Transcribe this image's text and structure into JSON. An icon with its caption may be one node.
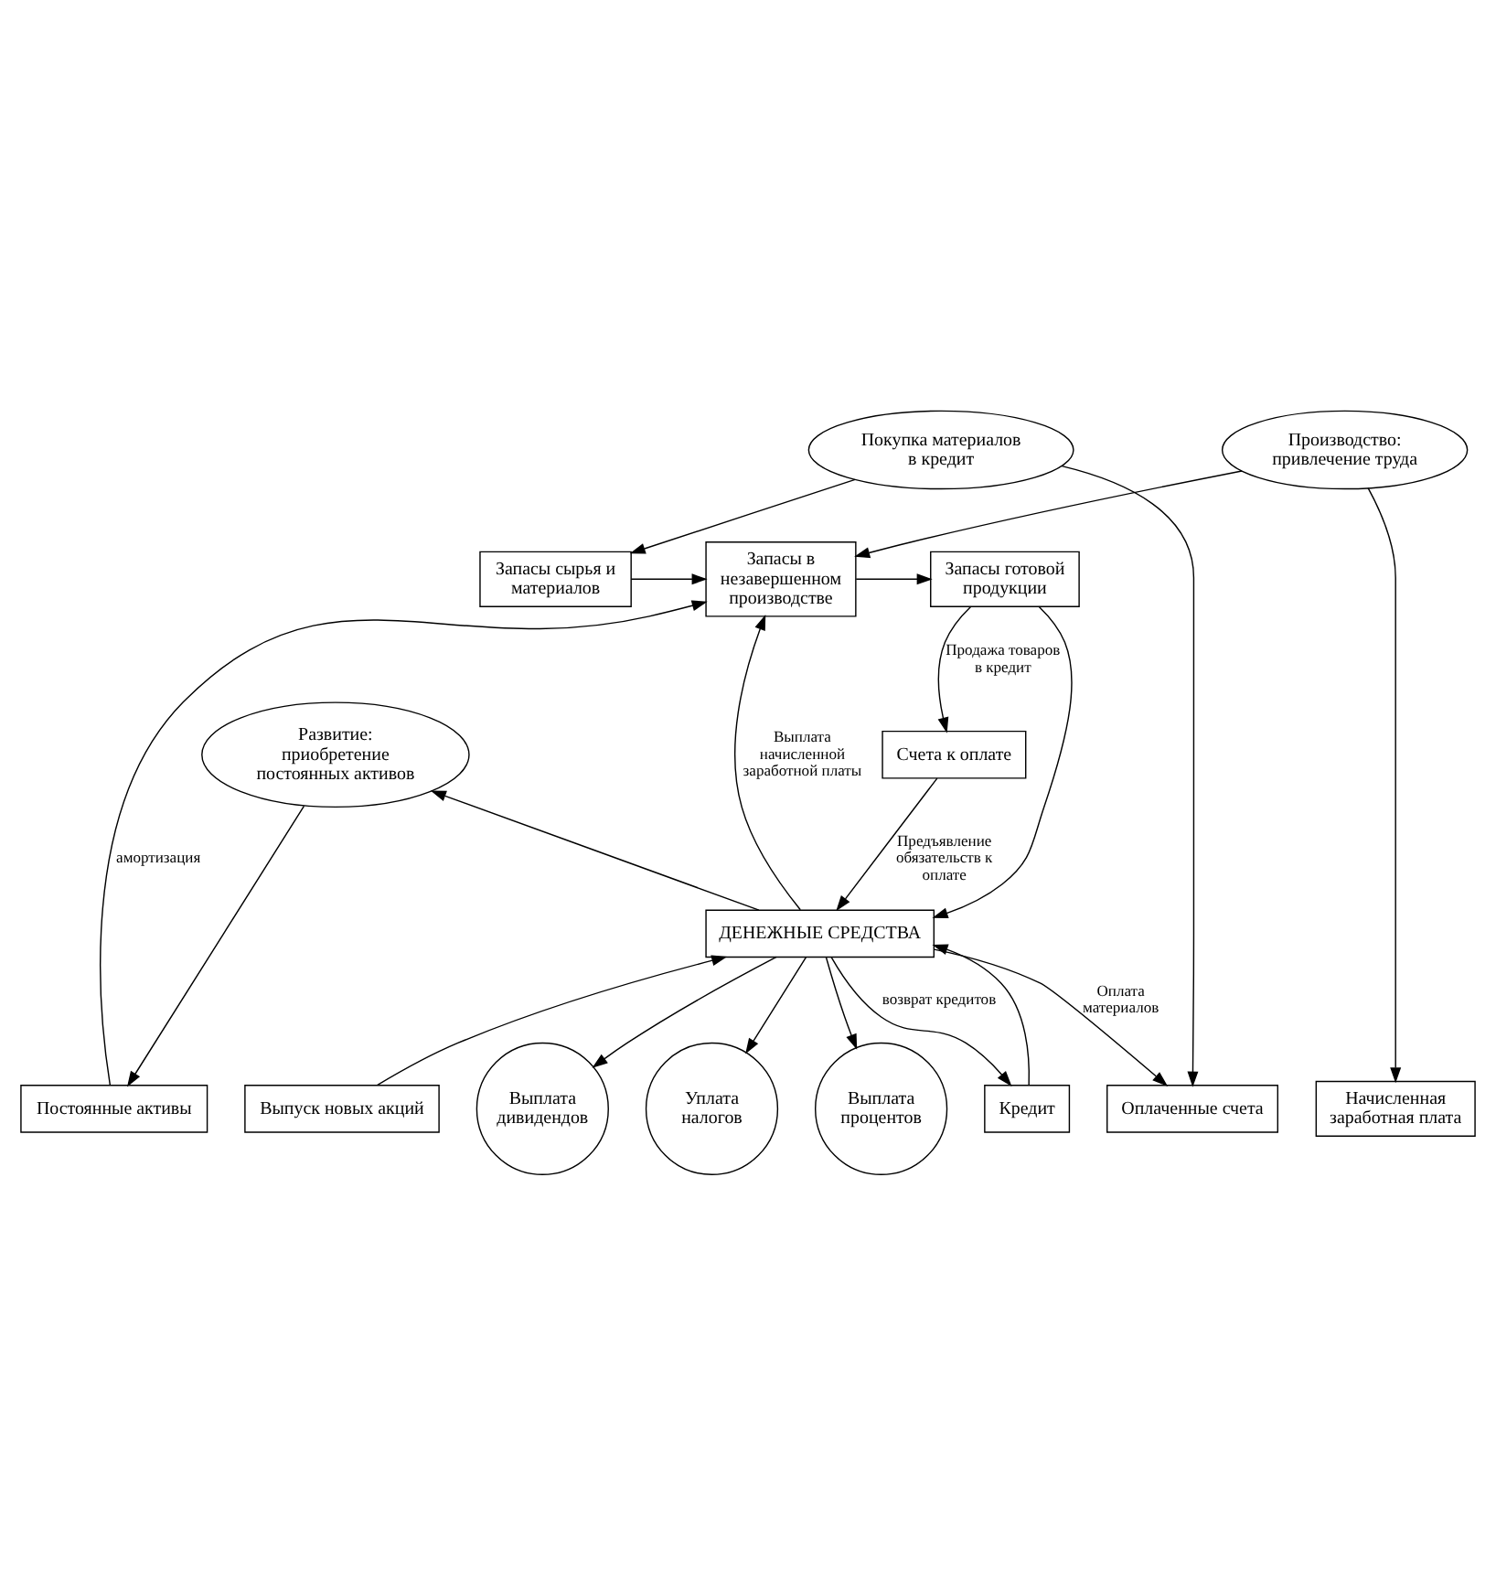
{
  "diagram": {
    "nodes": [
      {
        "text": [
          "Запасы готовой продукции"
        ]
      },
      {
        "text": [
          "Запасы в незавершенном производстве"
        ]
      },
      {
        "text": [
          "Запасы сырья и материалов"
        ]
      },
      {
        "text": [
          "Производство: привлечение труда"
        ]
      },
      {
        "text": [
          "Покупка материалов в кредит"
        ]
      },
      {
        "text": [
          "Начисленная заработная плата"
        ]
      },
      {
        "text": [
          "Постоянные активы"
        ]
      },
      {
        "text": [
          "Оплаченные счета"
        ]
      },
      {
        "text": [
          "Счета к оплате"
        ]
      },
      {
        "text": [
          "Развитие: приобретение постоянных активов"
        ]
      },
      {
        "text": [
          "ДЕНЕЖНЫЕ СРЕДСТВА"
        ]
      },
      {
        "text": [
          "Выпуск новых акций"
        ]
      },
      {
        "text": [
          "Выплата дивидендов"
        ]
      },
      {
        "text": [
          "Уплата налогов"
        ]
      },
      {
        "text": [
          "Выплата процентов"
        ]
      },
      {
        "text": [
          "Кредит"
        ]
      }
    ],
    "edges": [
      {
        "from": 1,
        "to": 0,
        "arrow": "to"
      },
      {
        "from": 2,
        "to": 1,
        "arrow": "to"
      },
      {
        "from": 3,
        "to": 1,
        "arrow": "to"
      },
      {
        "from": 3,
        "to": 5,
        "arrow": "to"
      },
      {
        "from": 4,
        "to": 2,
        "arrow": "to"
      },
      {
        "from": 4,
        "to": 7,
        "arrow": "to"
      },
      {
        "from": 6,
        "to": 1,
        "arrow": "to",
        "label": "амортизация"
      },
      {
        "from": 10,
        "to": 1,
        "arrow": "to",
        "label": "Выплата начисленной заработной платы"
      },
      {
        "from": 0,
        "to": 8,
        "arrow": "to",
        "label": "Продажа товаров в кредит"
      },
      {
        "from": 8,
        "to": 10,
        "arrow": "to",
        "label": "Предъявление обязательств к оплате"
      },
      {
        "from": 0,
        "to": 10,
        "arrow": "to"
      },
      {
        "from": 9,
        "to": 6,
        "arrow": "to"
      },
      {
        "from": 10,
        "to": 9,
        "arrow": "to"
      },
      {
        "from": 10,
        "to": 7,
        "arrow": "to",
        "label": "Оплата материалов"
      },
      {
        "from": 10,
        "to": 15,
        "arrow": "to",
        "label": "возврат кредитов"
      },
      {
        "from": 15,
        "to": 10,
        "arrow": "to"
      },
      {
        "from": 11,
        "to": 10,
        "arrow": "to"
      },
      {
        "from": 10,
        "to": 12,
        "arrow": "to"
      },
      {
        "from": 10,
        "to": 13,
        "arrow": "to"
      },
      {
        "from": 10,
        "to": 14,
        "arrow": "to"
      }
    ]
  }
}
